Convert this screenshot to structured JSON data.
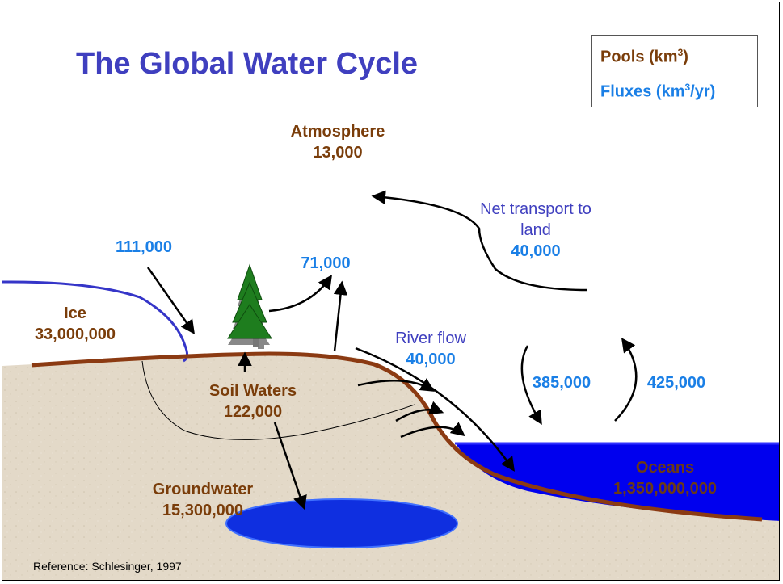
{
  "title": "The Global Water Cycle",
  "legend": {
    "pools_prefix": "Pools (km",
    "pools_sup": "3",
    "pools_suffix": ")",
    "fluxes_prefix": "Fluxes (km",
    "fluxes_sup": "3",
    "fluxes_suffix": "/yr)"
  },
  "pools": {
    "atmosphere": {
      "name": "Atmosphere",
      "value": "13,000"
    },
    "ice": {
      "name": "Ice",
      "value": "33,000,000"
    },
    "soil": {
      "name": "Soil Waters",
      "value": "122,000"
    },
    "groundwater": {
      "name": "Groundwater",
      "value": "15,300,000"
    },
    "oceans": {
      "name": "Oceans",
      "value": "1,350,000,000"
    }
  },
  "fluxes": {
    "ice_precip": "111,000",
    "land_evap": "71,000",
    "ocean_evap": "425,000",
    "ocean_precip": "385,000",
    "net_transport_label_1": "Net transport to",
    "net_transport_label_2": "land",
    "net_transport_value": "40,000",
    "river_label": "River flow",
    "river_value": "40,000"
  },
  "reference": "Reference: Schlesinger, 1997",
  "colors": {
    "title": "#3f3fbf",
    "pool": "#7a3d0a",
    "flux": "#1a7fe6",
    "ocean": "#0000ee",
    "ground": "#e3d9c8",
    "surface": "#8b3a12",
    "tree": "#1e7d1e"
  }
}
